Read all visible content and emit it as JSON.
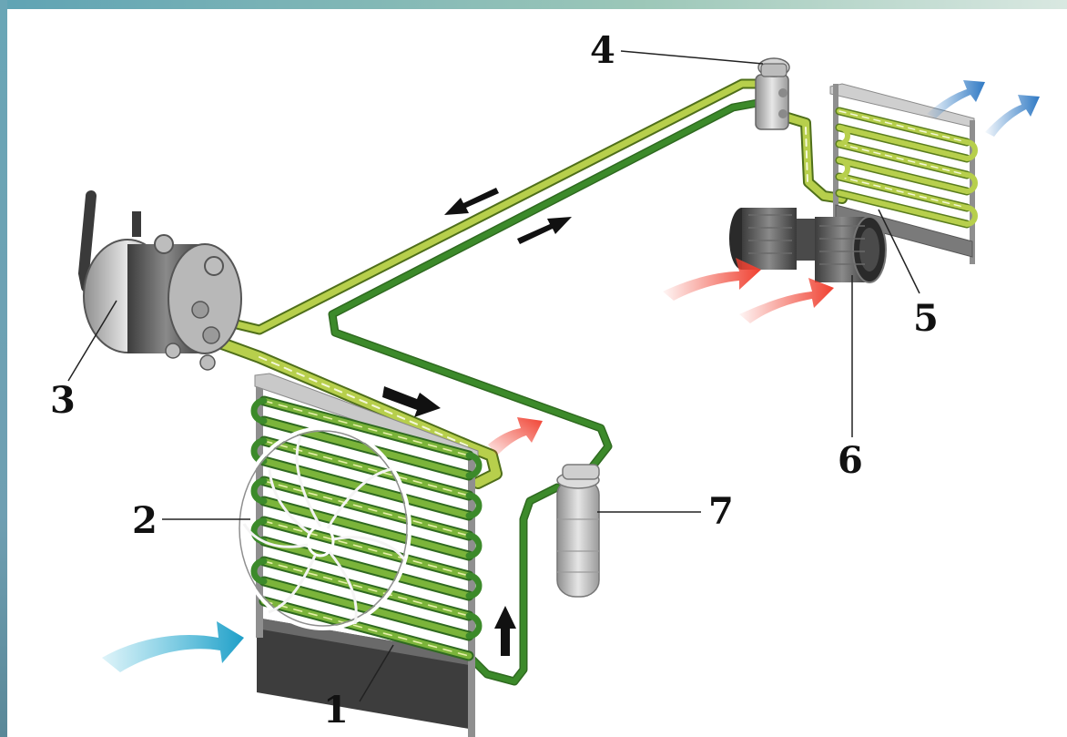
{
  "colors": {
    "pipe_light": "#b7cf4c",
    "pipe_dark": "#3c8a2a",
    "metal": "#bdbdbd",
    "warm_air": "#f04030",
    "cool_air": "#2f79c4",
    "intake_air": "#2ab2d6",
    "flow_arrow": "#111111"
  },
  "icons": [
    "compressor",
    "condenser-fan",
    "condenser",
    "expansion-valve",
    "evaporator",
    "blower-fan",
    "receiver-drier"
  ],
  "labels": {
    "n1": "1",
    "n2": "2",
    "n3": "3",
    "n4": "4",
    "n5": "5",
    "n6": "6",
    "n7": "7"
  }
}
